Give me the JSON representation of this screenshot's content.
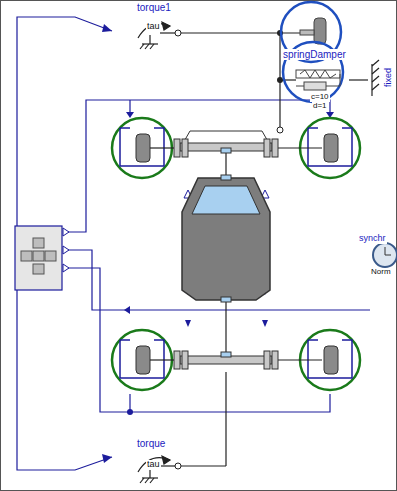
{
  "diagram": {
    "nodes": [
      {
        "text": [
          "torque1",
          "tau"
        ]
      },
      {
        "text": [
          "springDamper",
          "c=10",
          "d=1"
        ]
      },
      {
        "text": [
          "fixed"
        ]
      },
      {
        "text": [
          "synchr",
          "Norm"
        ]
      },
      {
        "text": [
          "torque",
          "tau"
        ]
      }
    ],
    "edges": [
      {
        "from": 1,
        "to": 2,
        "arrow": "none"
      }
    ]
  }
}
